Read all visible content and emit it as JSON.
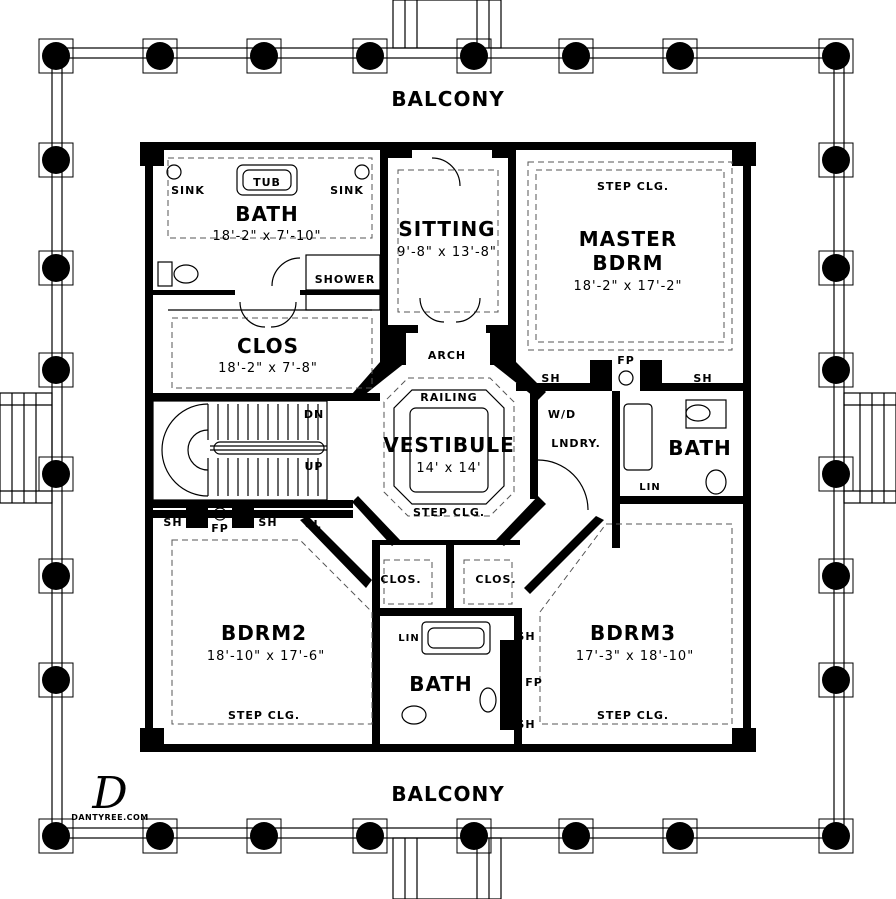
{
  "balcony": {
    "top": "BALCONY",
    "bottom": "BALCONY"
  },
  "rooms": {
    "bath_top": {
      "name": "BATH",
      "dims": "18'-2\" x 7'-10\"",
      "tub": "TUB",
      "sink_left": "SINK",
      "sink_right": "SINK",
      "shower": "SHOWER"
    },
    "closet_top": {
      "name": "CLOS",
      "dims": "18'-2\" x 7'-8\""
    },
    "sitting": {
      "name": "SITTING",
      "dims": "9'-8\" x 13'-8\""
    },
    "master": {
      "name_line1": "MASTER",
      "name_line2": "BDRM",
      "dims": "18'-2\" x 17'-2\"",
      "ceiling": "STEP CLG.",
      "fp": "FP",
      "sh_left": "SH",
      "sh_right": "SH"
    },
    "arch": "ARCH",
    "vestibule": {
      "name": "VESTIBULE",
      "dims": "14' x 14'",
      "railing": "RAILING",
      "ceiling": "STEP CLG."
    },
    "stair": {
      "dn": "DN",
      "up": "UP"
    },
    "laundry": {
      "name": "LNDRY.",
      "wd": "W/D"
    },
    "bath_right": {
      "name": "BATH",
      "lin": "LIN"
    },
    "bdrm2": {
      "name": "BDRM2",
      "dims": "18'-10\" x 17'-6\"",
      "ceiling": "STEP CLG.",
      "sh_left": "SH",
      "fp": "FP",
      "sh_right": "SH",
      "cl": "CL"
    },
    "bdrm3": {
      "name": "BDRM3",
      "dims": "17'-3\" x 18'-10\"",
      "ceiling": "STEP CLG.",
      "sh_top": "SH",
      "fp": "FP",
      "sh_bottom": "SH"
    },
    "clos_left": "CLOS.",
    "clos_right": "CLOS.",
    "bath_bottom": {
      "name": "BATH",
      "lin": "LIN"
    }
  },
  "watermark": {
    "monogram": "D",
    "site": "DANTYREE.COM"
  }
}
